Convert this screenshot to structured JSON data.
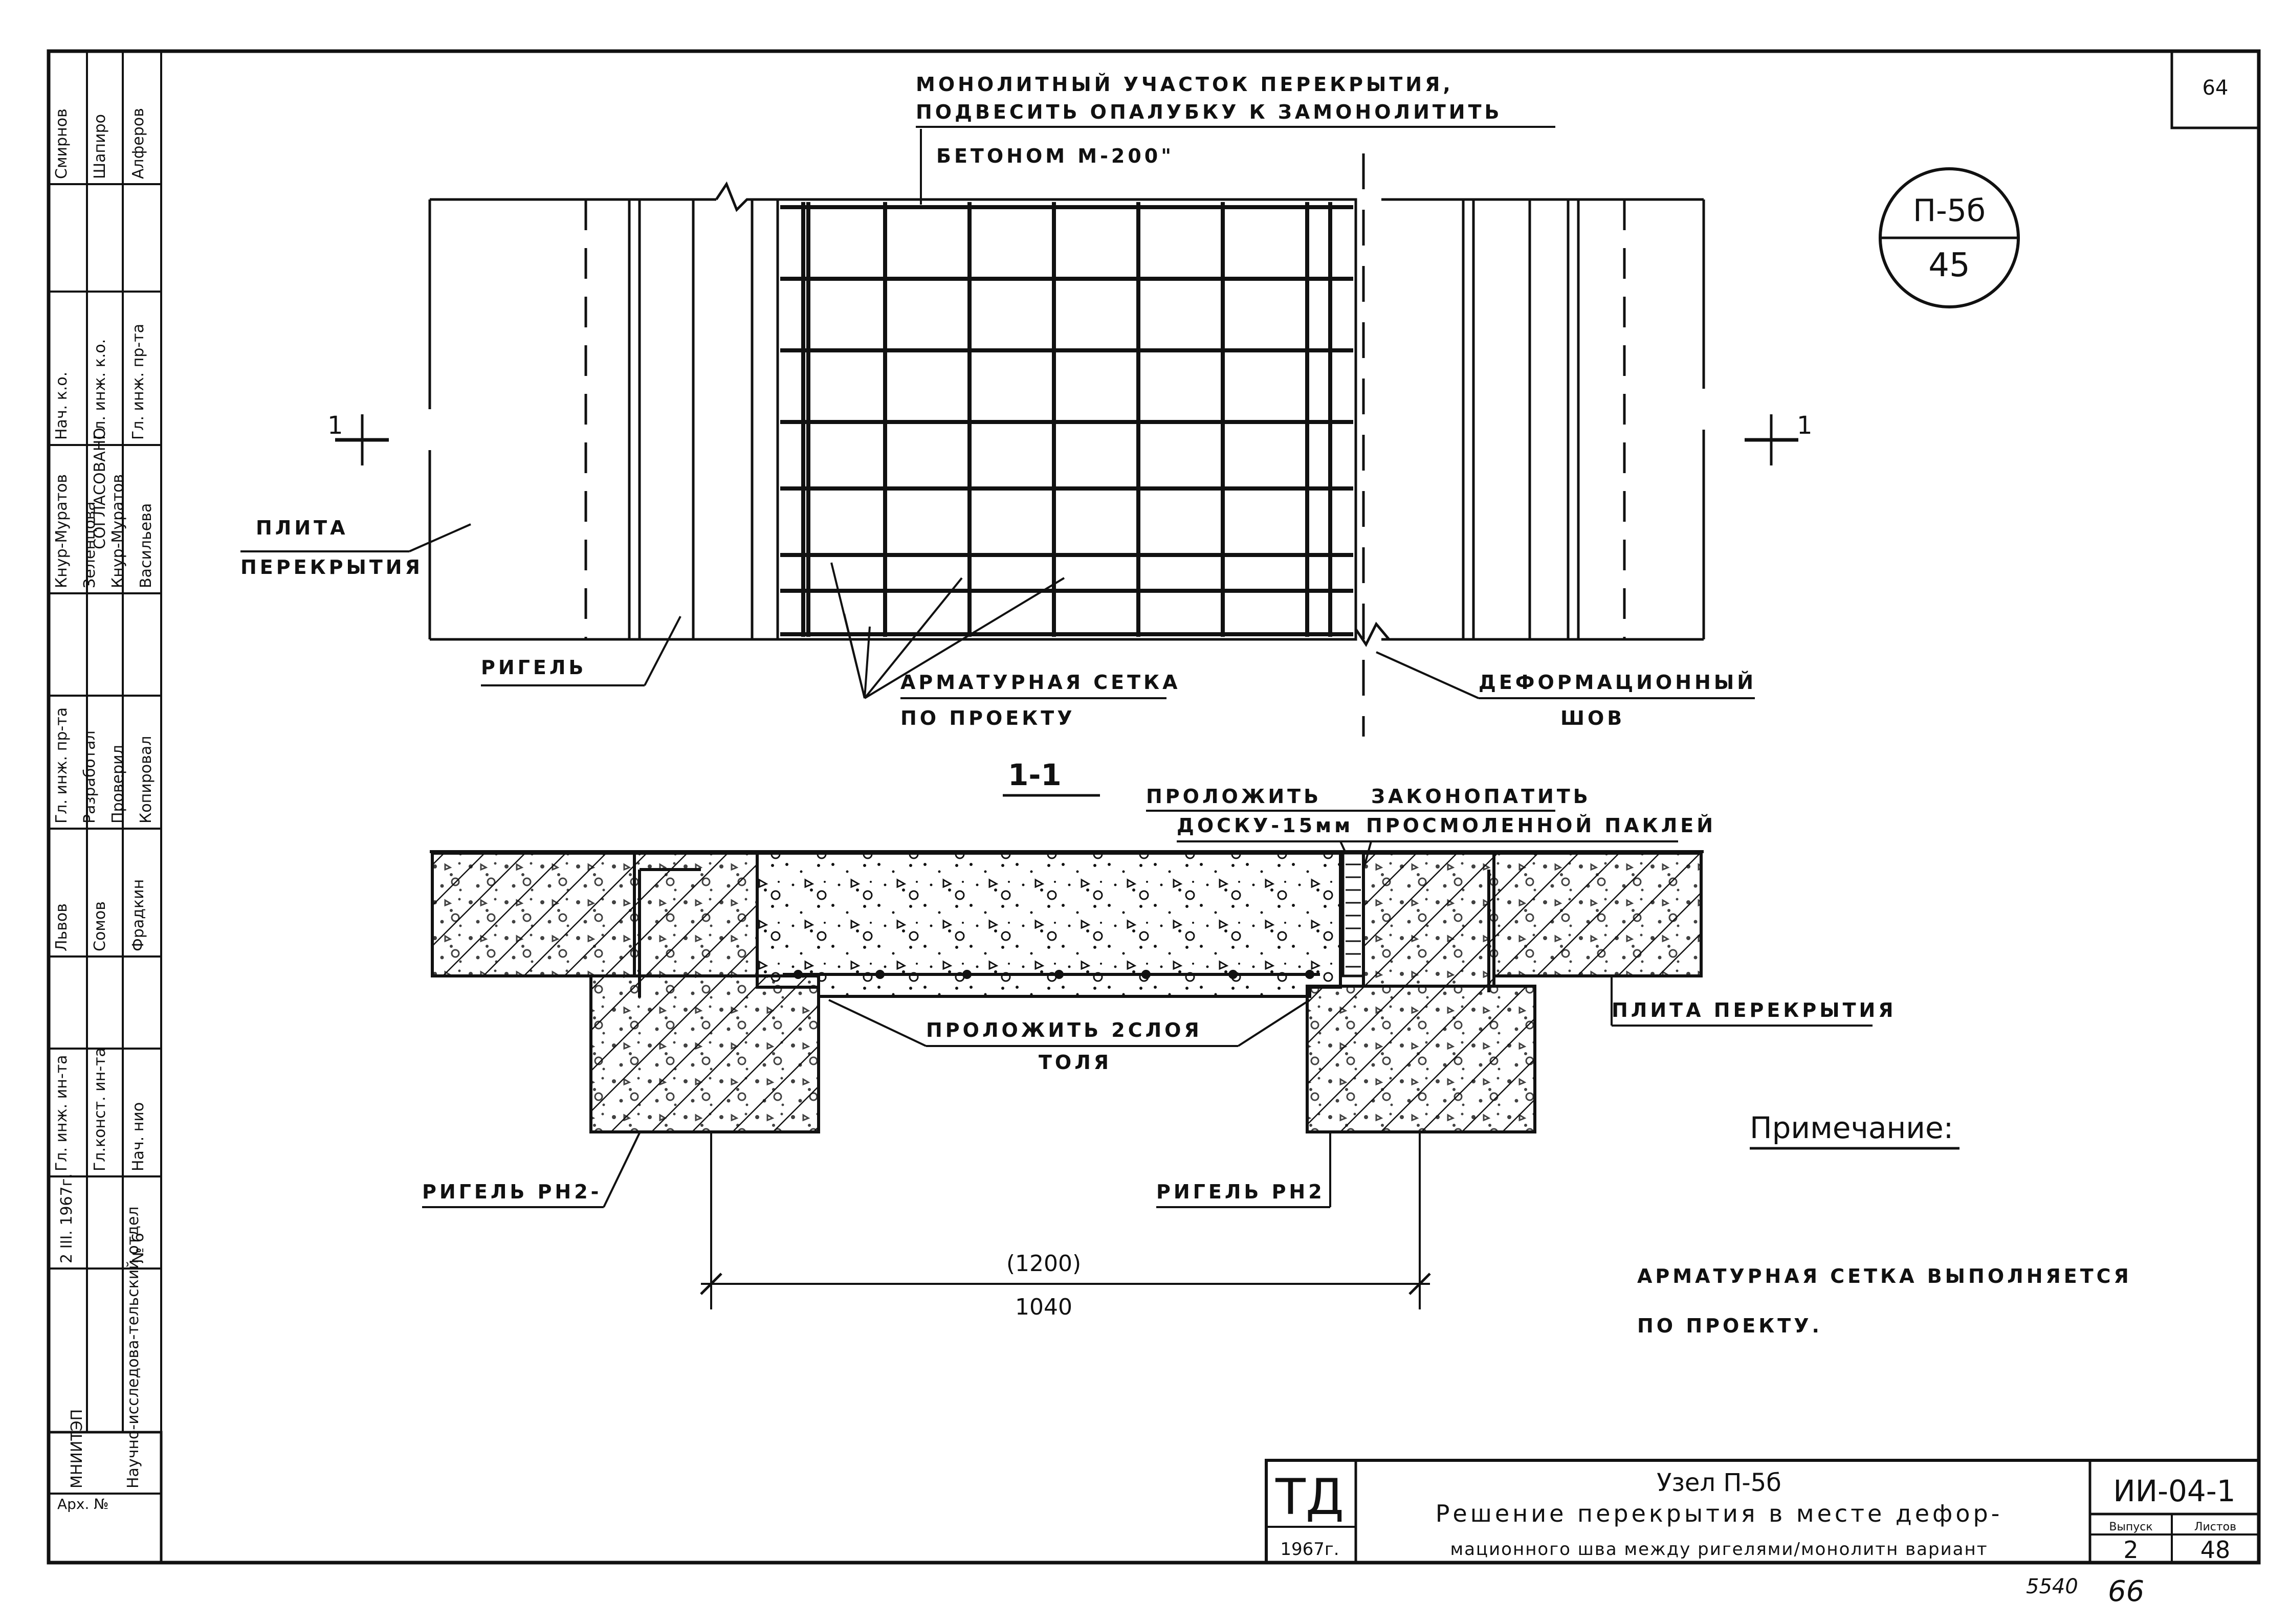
{
  "sheet_number": "64",
  "node_mark": {
    "top": "П-5б",
    "bottom": "45"
  },
  "plan": {
    "callout_line1": "МОНОЛИТНЫЙ УЧАСТОК ПЕРЕКРЫТИЯ,",
    "callout_line2": "ПОДВЕСИТЬ ОПАЛУБКУ К ЗАМОНОЛИТИТЬ",
    "callout_line3": "БЕТОНОМ М-200\"",
    "slab_line1": "ПЛИТА",
    "slab_line2": "ПЕРЕКРЫТИЯ",
    "beam": "РИГЕЛЬ",
    "mesh_line1": "АРМАТУРНАЯ СЕТКА",
    "mesh_line2": "ПО ПРОЕКТУ",
    "joint_line1": "ДЕФОРМАЦИОННЫЙ",
    "joint_line2": "ШОВ",
    "section_mark": "1",
    "section_mark_right": "1"
  },
  "section": {
    "title": "1-1",
    "board_line1": "ПРОЛОЖИТЬ",
    "board_line2": "ДОСКУ-15мм",
    "caulk_line1": "ЗАКОНОПАТИТЬ",
    "caulk_line2": "ПРОСМОЛЕННОЙ ПАКЛЕЙ",
    "slab": "ПЛИТА ПЕРЕКРЫТИЯ",
    "tar_line1": "ПРОЛОЖИТЬ 2СЛОЯ",
    "tar_line2": "ТОЛЯ",
    "beam_left": "РИГЕЛЬ РН2-",
    "beam_right": "РИГЕЛЬ РН2",
    "dim_alt": "(1200)",
    "dim": "1040"
  },
  "note": {
    "title": "Примечание:",
    "line1": "АРМАТУРНАЯ СЕТКА ВЫПОЛНЯЕТСЯ",
    "line2": "ПО ПРОЕКТУ."
  },
  "title_block": {
    "td": "ТД",
    "year": "1967г.",
    "node": "Узел П-5б",
    "line1": "Решение перекрытия в месте дефор-",
    "line2": "мационного шва между ригелями/монолитн вариант",
    "code": "ИИ-04-1",
    "issue_label": "Выпуск",
    "sheet_label": "Листов",
    "issue": "2",
    "sheet": "48",
    "foot_a": "5540",
    "foot_b": "66"
  },
  "stamp": {
    "institute": "МНИИТЭП",
    "dept": "Научно-исследова-тельский отдел",
    "arch": "Арх. №",
    "year_box": "2 III. 1967г.",
    "no": "№ 6",
    "roles": [
      "Гл. инж. ин-та",
      "Гл.конст. ин-та",
      "Нач. нио"
    ],
    "names": [
      "Львов",
      "Сомов",
      "Фрадкин"
    ],
    "roles2": [
      "Гл. инж. пр-та",
      "Разработал",
      "Проверил",
      "Копировал"
    ],
    "names2": [
      "Кнур-Муратов",
      "Зеленцова",
      "Кнур-Муратов",
      "Васильева"
    ],
    "agreed": "СОГЛАСОВАНО",
    "roles3": [
      "Нач. к.о.",
      "Гл. инж. к.о.",
      "Гл. инж. пр-та"
    ],
    "names3": [
      "Смирнов",
      "Шапиро",
      "Алферов"
    ]
  }
}
